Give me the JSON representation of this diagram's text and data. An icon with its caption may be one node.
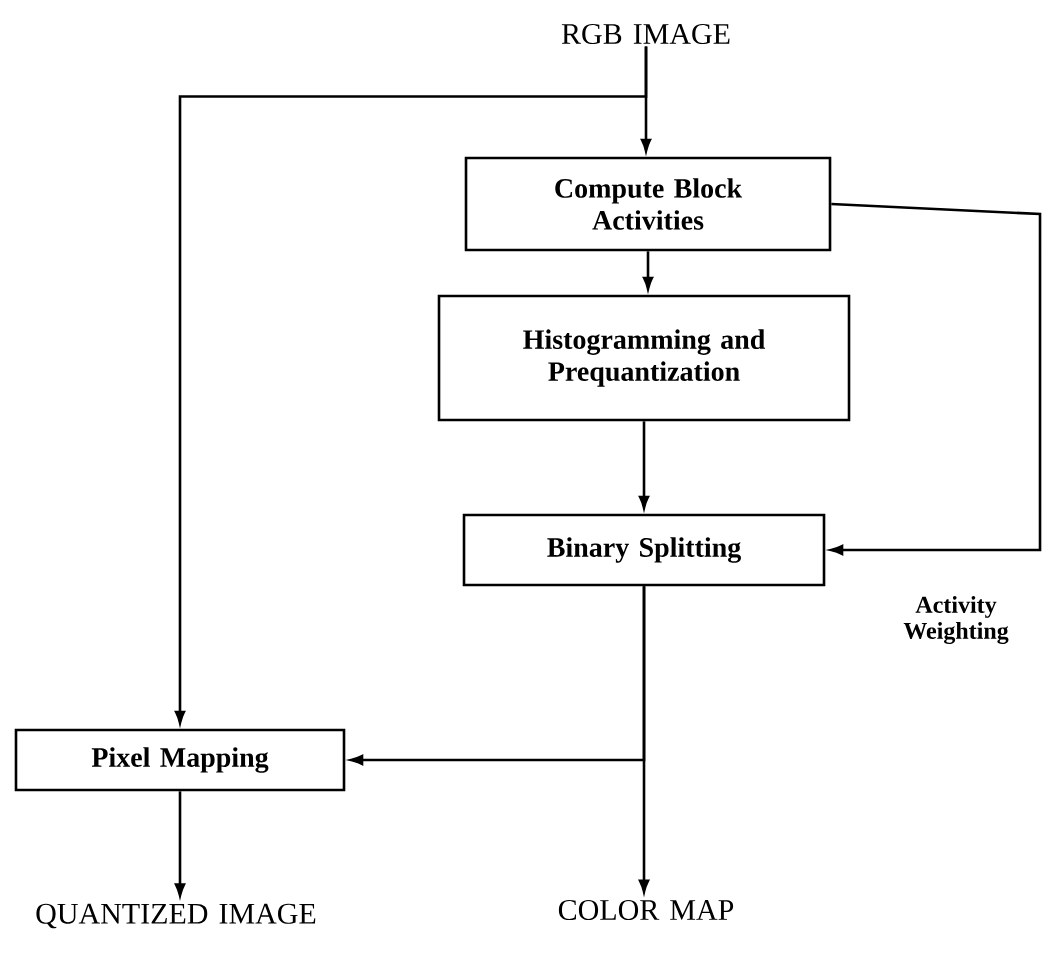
{
  "diagram": {
    "nodes": [
      {
        "text": [
          "RGB IMAGE"
        ]
      },
      {
        "text": [
          "Compute Block Activities"
        ]
      },
      {
        "text": [
          "Histogramming and Prequantization"
        ]
      },
      {
        "text": [
          "Binary Splitting"
        ]
      },
      {
        "text": [
          "Pixel Mapping"
        ]
      },
      {
        "text": [
          "QUANTIZED IMAGE"
        ]
      },
      {
        "text": [
          "COLOR MAP"
        ]
      }
    ],
    "edges": [
      {
        "from": 0,
        "to": 1,
        "arrow": "to"
      },
      {
        "from": 0,
        "to": 4,
        "arrow": "to"
      },
      {
        "from": 1,
        "to": 2,
        "arrow": "to"
      },
      {
        "from": 2,
        "to": 3,
        "arrow": "to"
      },
      {
        "from": 1,
        "to": 3,
        "arrow": "to",
        "label": "Activity Weighting"
      },
      {
        "from": 3,
        "to": 6,
        "arrow": "to"
      },
      {
        "from": 3,
        "to": 4,
        "arrow": "to"
      },
      {
        "from": 4,
        "to": 5,
        "arrow": "to"
      }
    ]
  }
}
